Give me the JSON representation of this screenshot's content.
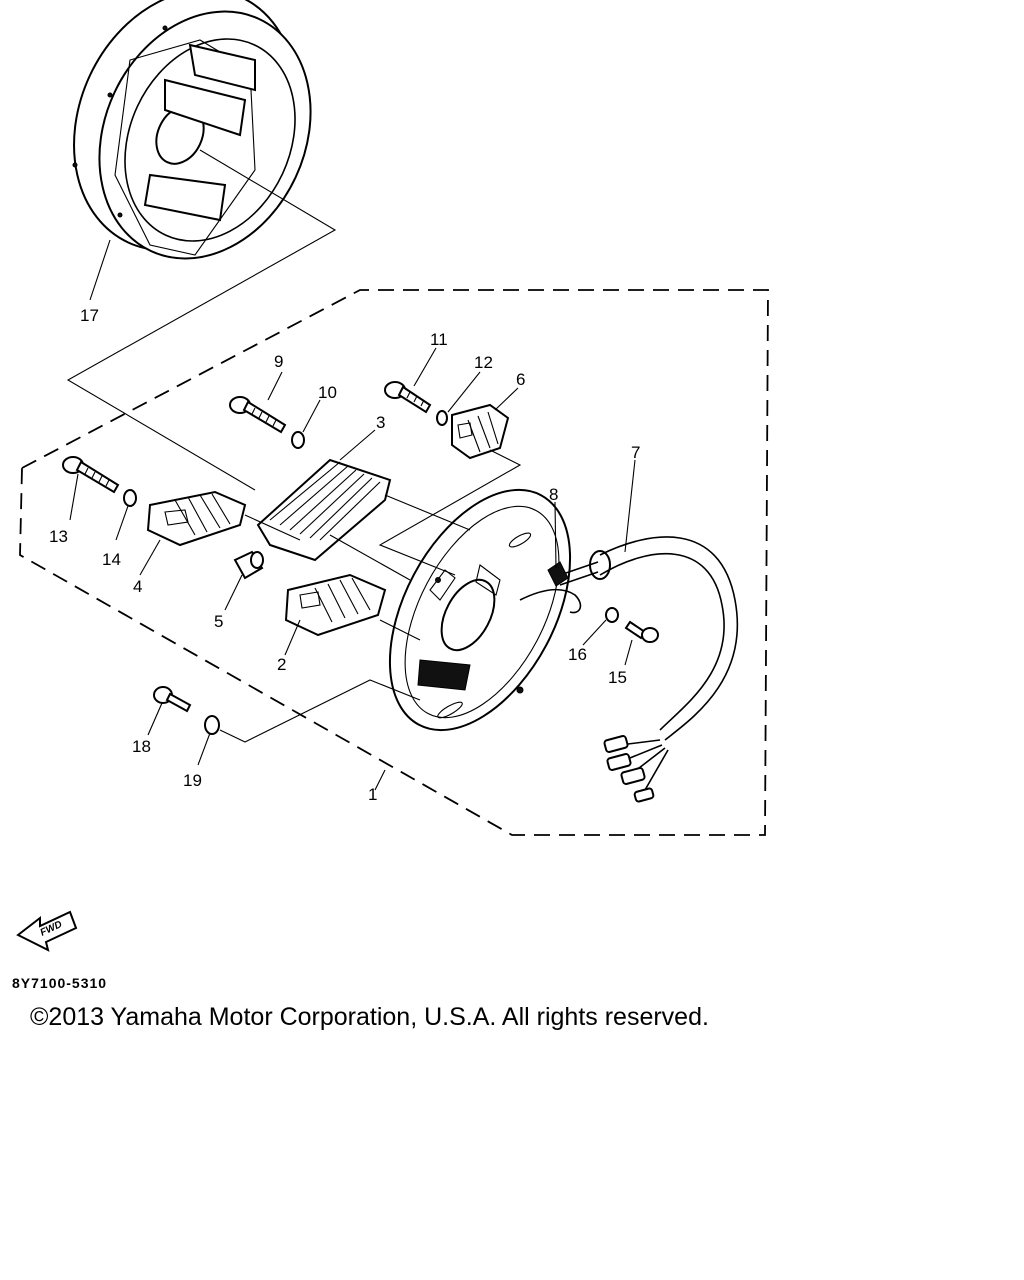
{
  "diagram": {
    "callouts": {
      "c1": "1",
      "c2": "2",
      "c3": "3",
      "c4": "4",
      "c5": "5",
      "c6": "6",
      "c7": "7",
      "c8": "8",
      "c9": "9",
      "c10": "10",
      "c11": "11",
      "c12": "12",
      "c13": "13",
      "c14": "14",
      "c15": "15",
      "c16": "16",
      "c17": "17",
      "c18": "18",
      "c19": "19"
    },
    "fwd_label": "FWD"
  },
  "footer": {
    "part_code": "8Y7100-5310",
    "copyright": "©2013 Yamaha Motor Corporation, U.S.A. All rights reserved."
  }
}
